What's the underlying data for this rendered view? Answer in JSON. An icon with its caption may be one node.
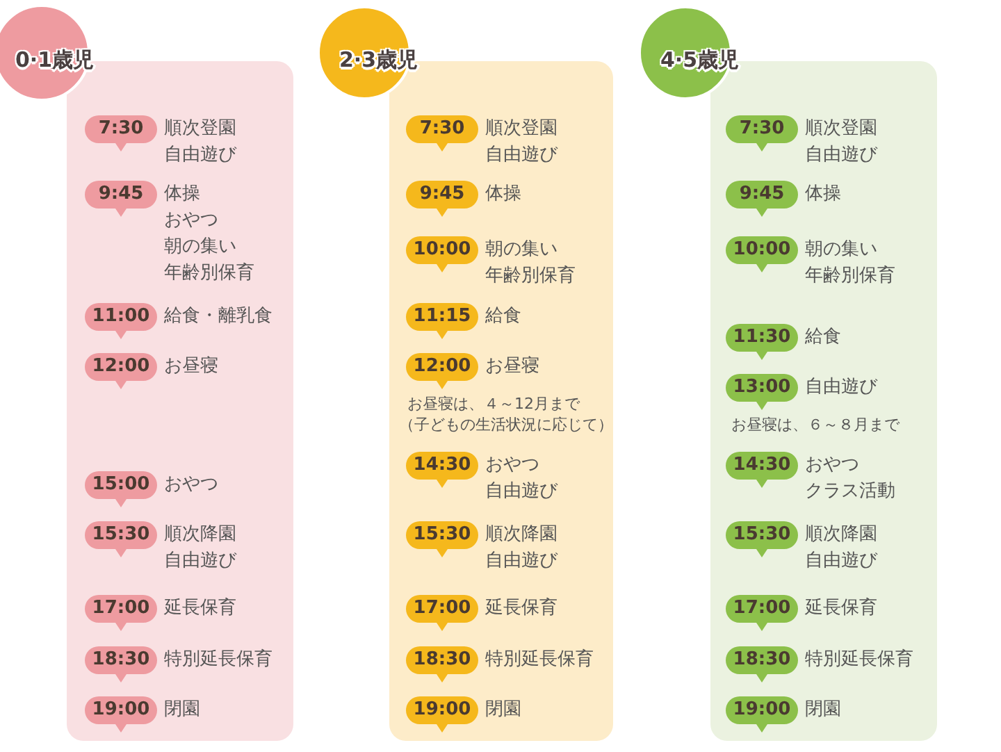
{
  "diagram": {
    "nodes": [
      {
        "text": [
          "0·1歳児"
        ]
      },
      {
        "text": [
          "7:30"
        ],
        "in": 0,
        "beside": [
          "順次登園",
          "自由遊び"
        ]
      },
      {
        "text": [
          "9:45"
        ],
        "in": 0,
        "beside": [
          "体操",
          "おやつ",
          "朝の集い",
          "年齢別保育"
        ]
      },
      {
        "text": [
          "11:00"
        ],
        "in": 0,
        "beside": [
          "給食・離乳食"
        ]
      },
      {
        "text": [
          "12:00"
        ],
        "in": 0,
        "beside": [
          "お昼寝"
        ]
      },
      {
        "text": [
          "15:00"
        ],
        "in": 0,
        "beside": [
          "おやつ"
        ]
      },
      {
        "text": [
          "15:30"
        ],
        "in": 0,
        "beside": [
          "順次降園",
          "自由遊び"
        ]
      },
      {
        "text": [
          "17:00"
        ],
        "in": 0,
        "beside": [
          "延長保育"
        ]
      },
      {
        "text": [
          "18:30"
        ],
        "in": 0,
        "beside": [
          "特別延長保育"
        ]
      },
      {
        "text": [
          "19:00"
        ],
        "in": 0,
        "beside": [
          "閉園"
        ]
      },
      {
        "text": [
          "2·3歳児"
        ]
      },
      {
        "text": [
          "7:30"
        ],
        "in": 10,
        "beside": [
          "順次登園",
          "自由遊び"
        ]
      },
      {
        "text": [
          "9:45"
        ],
        "in": 10,
        "beside": [
          "体操"
        ]
      },
      {
        "text": [
          "10:00"
        ],
        "in": 10,
        "beside": [
          "朝の集い",
          "年齢別保育"
        ]
      },
      {
        "text": [
          "11:15"
        ],
        "in": 10,
        "beside": [
          "給食"
        ]
      },
      {
        "text": [
          "12:00"
        ],
        "in": 10,
        "beside": [
          "お昼寝"
        ]
      },
      {
        "text": [
          "14:30"
        ],
        "in": 10,
        "beside": [
          "おやつ",
          "自由遊び"
        ]
      },
      {
        "text": [
          "15:30"
        ],
        "in": 10,
        "beside": [
          "順次降園",
          "自由遊び"
        ]
      },
      {
        "text": [
          "17:00"
        ],
        "in": 10,
        "beside": [
          "延長保育"
        ]
      },
      {
        "text": [
          "18:30"
        ],
        "in": 10,
        "beside": [
          "特別延長保育"
        ]
      },
      {
        "text": [
          "19:00"
        ],
        "in": 10,
        "beside": [
          "閉園"
        ]
      },
      {
        "text": [
          "4·5歳児"
        ]
      },
      {
        "text": [
          "7:30"
        ],
        "in": 21,
        "beside": [
          "順次登園",
          "自由遊び"
        ]
      },
      {
        "text": [
          "9:45"
        ],
        "in": 21,
        "beside": [
          "体操"
        ]
      },
      {
        "text": [
          "10:00"
        ],
        "in": 21,
        "beside": [
          "朝の集い",
          "年齢別保育"
        ]
      },
      {
        "text": [
          "11:30"
        ],
        "in": 21,
        "beside": [
          "給食"
        ]
      },
      {
        "text": [
          "13:00"
        ],
        "in": 21,
        "beside": [
          "自由遊び"
        ]
      },
      {
        "text": [
          "14:30"
        ],
        "in": 21,
        "beside": [
          "おやつ",
          "クラス活動"
        ]
      },
      {
        "text": [
          "15:30"
        ],
        "in": 21,
        "beside": [
          "順次降園",
          "自由遊び"
        ]
      },
      {
        "text": [
          "17:00"
        ],
        "in": 21,
        "beside": [
          "延長保育"
        ]
      },
      {
        "text": [
          "18:30"
        ],
        "in": 21,
        "beside": [
          "特別延長保育"
        ]
      },
      {
        "text": [
          "19:00"
        ],
        "in": 21,
        "beside": [
          "閉園"
        ]
      }
    ],
    "labels": [
      "お昼寝は、４～12月まで",
      "（子どもの生活状況に応じて）",
      "お昼寝は、６～８月まで"
    ]
  }
}
